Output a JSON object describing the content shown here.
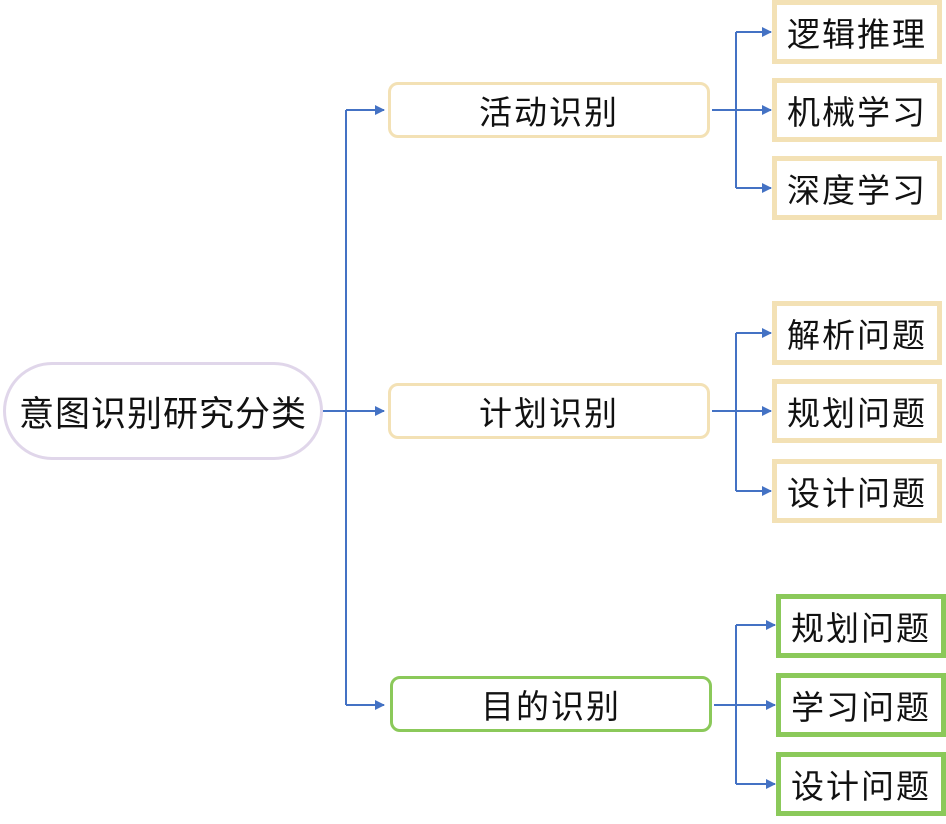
{
  "diagram": {
    "root": {
      "label": "意图识别研究分类"
    },
    "branches": [
      {
        "label": "活动识别",
        "color": "#f3e1b5",
        "children": [
          "逻辑推理",
          "机械学习",
          "深度学习"
        ]
      },
      {
        "label": "计划识别",
        "color": "#f3e1b5",
        "children": [
          "解析问题",
          "规划问题",
          "设计问题"
        ]
      },
      {
        "label": "目的识别",
        "color": "#8bc95a",
        "children": [
          "规划问题",
          "学习问题",
          "设计问题"
        ]
      }
    ],
    "connector_color": "#4472c4",
    "root_border_color": "#e0d6ea"
  }
}
